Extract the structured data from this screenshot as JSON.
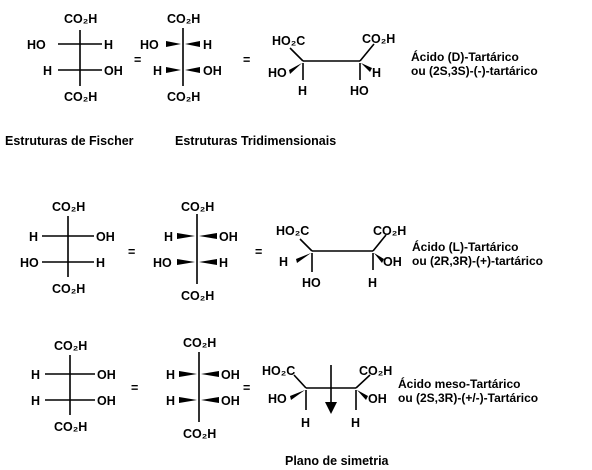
{
  "groups": {
    "co2h": "CO₂H",
    "ho2c": "HO₂C",
    "oh": "OH",
    "ho": "HO",
    "h": "H",
    "equals": "="
  },
  "names": {
    "d_line1": "Ácido (D)-Tartárico",
    "d_line2": "ou (2S,3S)-(-)-tartárico",
    "l_line1": "Ácido (L)-Tartárico",
    "l_line2": "ou (2R,3R)-(+)-tartárico",
    "meso_line1": "Ácido meso-Tartárico",
    "meso_line2": "ou (2S,3R)-(+/-)-Tartárico"
  },
  "captions": {
    "fischer": "Estruturas de Fischer",
    "tridimensional": "Estruturas Tridimensionais",
    "symmetry_plane": "Plano de simetria"
  }
}
